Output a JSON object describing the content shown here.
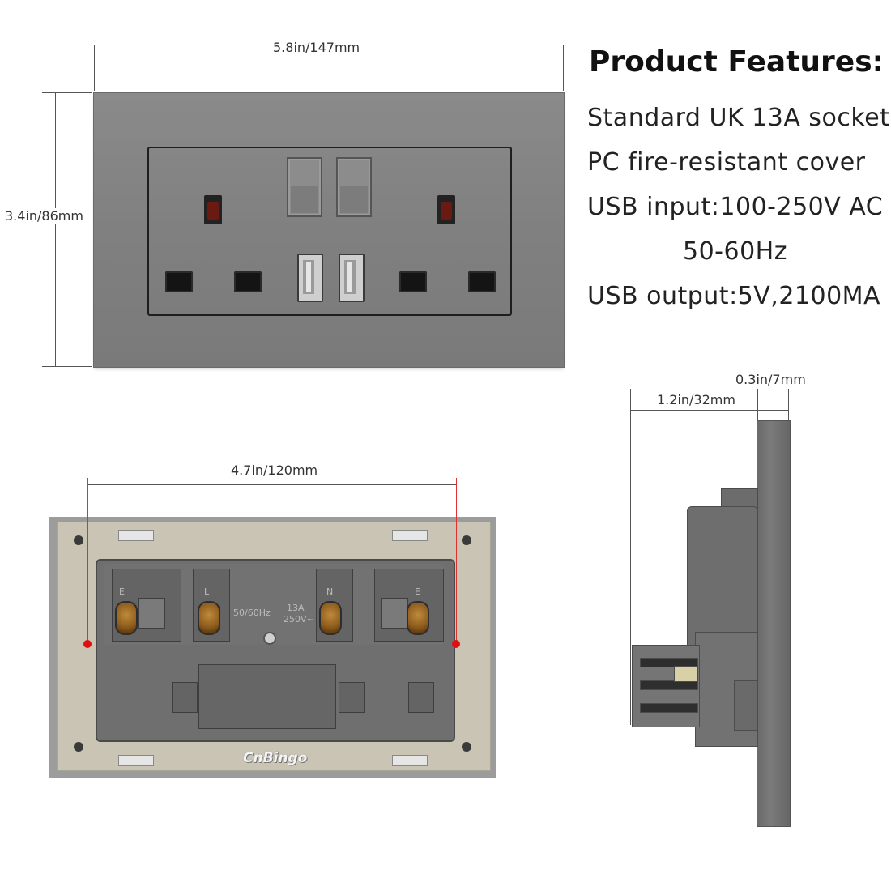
{
  "dimensions": {
    "front_width": "5.8in/147mm",
    "front_height": "3.4in/86mm",
    "mount_spacing": "4.7in/120mm",
    "depth": "1.2in/32mm",
    "plate_thickness": "0.3in/7mm"
  },
  "features": {
    "title": "Product Features:",
    "items": [
      "Standard UK 13A socket",
      "PC fire-resistant cover",
      "USB input:100-250V AC",
      "50-60Hz",
      "USB output:5V,2100MA"
    ]
  },
  "back": {
    "terminal_labels": [
      "E",
      "L",
      "N",
      "E"
    ],
    "rating_left": "50/60Hz",
    "rating_right_1": "13A",
    "rating_right_2": "250V~",
    "brand": "CnBingo"
  },
  "colors": {
    "plate": "#808080",
    "accent_dot": "#e01010",
    "neon": "#6a1a10"
  }
}
